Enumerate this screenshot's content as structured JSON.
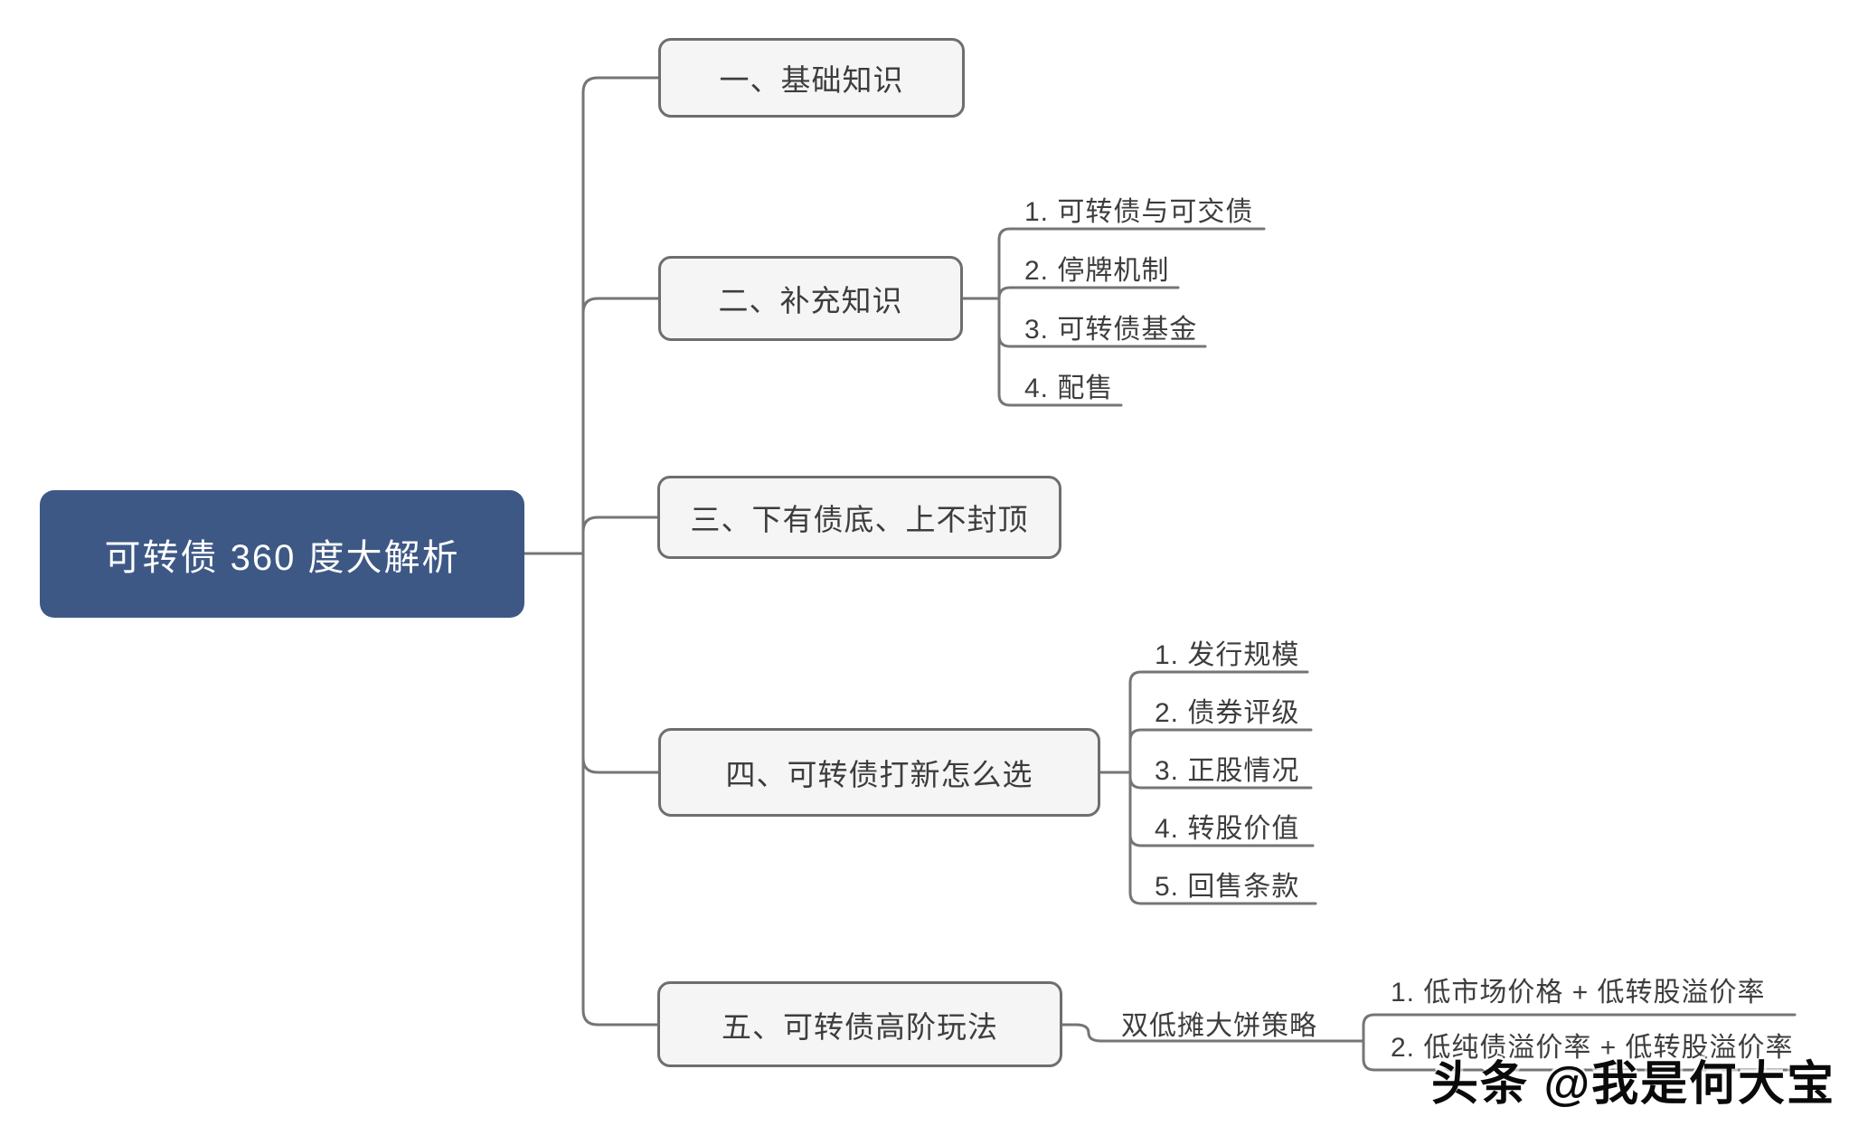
{
  "root": {
    "label": "可转债 360 度大解析"
  },
  "branches": [
    {
      "label": "一、基础知识",
      "children": []
    },
    {
      "label": "二、补充知识",
      "children": [
        "1. 可转债与可交债",
        "2. 停牌机制",
        "3. 可转债基金",
        "4. 配售"
      ]
    },
    {
      "label": "三、下有债底、上不封顶",
      "children": []
    },
    {
      "label": "四、可转债打新怎么选",
      "children": [
        "1. 发行规模",
        "2. 债券评级",
        "3. 正股情况",
        "4. 转股价值",
        "5. 回售条款"
      ]
    },
    {
      "label": "五、可转债高阶玩法",
      "children": [
        {
          "label": "双低摊大饼策略",
          "children": [
            "1. 低市场价格 + 低转股溢价率",
            "2. 低纯债溢价率 + 低转股溢价率"
          ]
        }
      ]
    }
  ],
  "watermark": {
    "text": "头条 @我是何大宝"
  },
  "colors": {
    "root_fill": "#3e5886",
    "root_text": "#ffffff",
    "node_fill": "#f5f5f5",
    "node_border": "#6e6e6e",
    "node_text": "#3d3d3d",
    "connector": "#757575",
    "watermark_text": "#0a0a0a",
    "background": "#ffffff"
  }
}
